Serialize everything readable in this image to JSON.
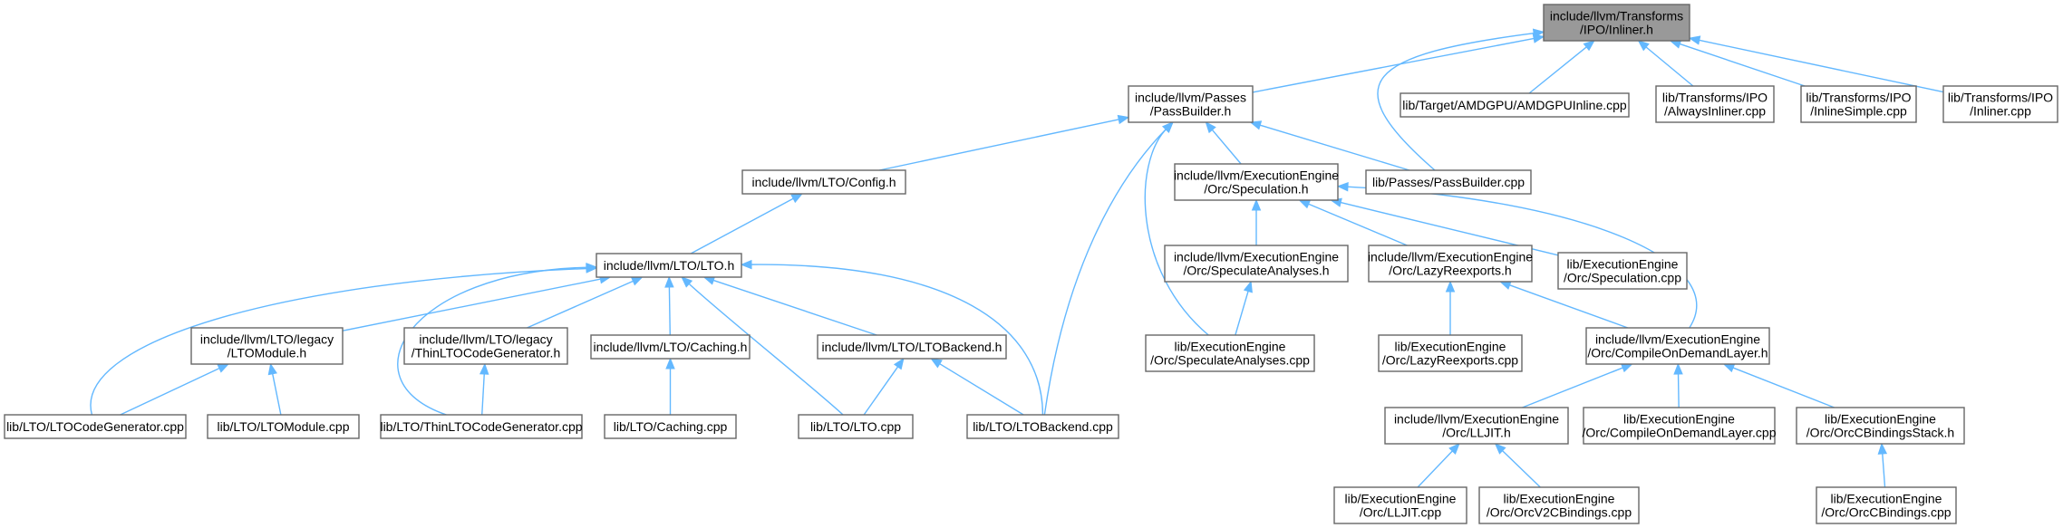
{
  "nodes": [
    {
      "id": "inliner_h",
      "lines": [
        "include/llvm/Transforms",
        "/IPO/Inliner.h"
      ],
      "root": true
    },
    {
      "id": "passbuilder_h",
      "lines": [
        "include/llvm/Passes",
        "/PassBuilder.h"
      ]
    },
    {
      "id": "amdgpuinline_cpp",
      "lines": [
        "lib/Target/AMDGPU/AMDGPUInline.cpp"
      ]
    },
    {
      "id": "alwaysinliner_cpp",
      "lines": [
        "lib/Transforms/IPO",
        "/AlwaysInliner.cpp"
      ]
    },
    {
      "id": "inlinesimple_cpp",
      "lines": [
        "lib/Transforms/IPO",
        "/InlineSimple.cpp"
      ]
    },
    {
      "id": "inliner_cpp",
      "lines": [
        "lib/Transforms/IPO",
        "/Inliner.cpp"
      ]
    },
    {
      "id": "config_h",
      "lines": [
        "include/llvm/LTO/Config.h"
      ]
    },
    {
      "id": "speculation_h",
      "lines": [
        "include/llvm/ExecutionEngine",
        "/Orc/Speculation.h"
      ]
    },
    {
      "id": "passbuilder_cpp",
      "lines": [
        "lib/Passes/PassBuilder.cpp"
      ]
    },
    {
      "id": "lto_h",
      "lines": [
        "include/llvm/LTO/LTO.h"
      ]
    },
    {
      "id": "speculateanalyses_h",
      "lines": [
        "include/llvm/ExecutionEngine",
        "/Orc/SpeculateAnalyses.h"
      ]
    },
    {
      "id": "lazyreexports_h",
      "lines": [
        "include/llvm/ExecutionEngine",
        "/Orc/LazyReexports.h"
      ]
    },
    {
      "id": "speculation_cpp",
      "lines": [
        "lib/ExecutionEngine",
        "/Orc/Speculation.cpp"
      ]
    },
    {
      "id": "ltomodule_h",
      "lines": [
        "include/llvm/LTO/legacy",
        "/LTOModule.h"
      ]
    },
    {
      "id": "thinltocodegen_h",
      "lines": [
        "include/llvm/LTO/legacy",
        "/ThinLTOCodeGenerator.h"
      ]
    },
    {
      "id": "caching_h",
      "lines": [
        "include/llvm/LTO/Caching.h"
      ]
    },
    {
      "id": "ltobackend_h",
      "lines": [
        "include/llvm/LTO/LTOBackend.h"
      ]
    },
    {
      "id": "speculateanalyses_cpp",
      "lines": [
        "lib/ExecutionEngine",
        "/Orc/SpeculateAnalyses.cpp"
      ]
    },
    {
      "id": "lazyreexports_cpp",
      "lines": [
        "lib/ExecutionEngine",
        "/Orc/LazyReexports.cpp"
      ]
    },
    {
      "id": "compileondemand_h",
      "lines": [
        "include/llvm/ExecutionEngine",
        "/Orc/CompileOnDemandLayer.h"
      ]
    },
    {
      "id": "ltocodegen_cpp",
      "lines": [
        "lib/LTO/LTOCodeGenerator.cpp"
      ]
    },
    {
      "id": "ltomodule_cpp",
      "lines": [
        "lib/LTO/LTOModule.cpp"
      ]
    },
    {
      "id": "thinltocodegen_cpp",
      "lines": [
        "lib/LTO/ThinLTOCodeGenerator.cpp"
      ]
    },
    {
      "id": "caching_cpp",
      "lines": [
        "lib/LTO/Caching.cpp"
      ]
    },
    {
      "id": "lto_cpp",
      "lines": [
        "lib/LTO/LTO.cpp"
      ]
    },
    {
      "id": "ltobackend_cpp",
      "lines": [
        "lib/LTO/LTOBackend.cpp"
      ]
    },
    {
      "id": "lljit_h",
      "lines": [
        "include/llvm/ExecutionEngine",
        "/Orc/LLJIT.h"
      ]
    },
    {
      "id": "compileondemand_cpp",
      "lines": [
        "lib/ExecutionEngine",
        "/Orc/CompileOnDemandLayer.cpp"
      ]
    },
    {
      "id": "orccbindingsstack_h",
      "lines": [
        "lib/ExecutionEngine",
        "/Orc/OrcCBindingsStack.h"
      ]
    },
    {
      "id": "lljit_cpp",
      "lines": [
        "lib/ExecutionEngine",
        "/Orc/LLJIT.cpp"
      ]
    },
    {
      "id": "orcv2cbindings_cpp",
      "lines": [
        "lib/ExecutionEngine",
        "/Orc/OrcV2CBindings.cpp"
      ]
    },
    {
      "id": "orccbindings_cpp",
      "lines": [
        "lib/ExecutionEngine",
        "/Orc/OrcCBindings.cpp"
      ]
    }
  ],
  "edges": [
    [
      "passbuilder_h",
      "inliner_h"
    ],
    [
      "amdgpuinline_cpp",
      "inliner_h"
    ],
    [
      "alwaysinliner_cpp",
      "inliner_h"
    ],
    [
      "inlinesimple_cpp",
      "inliner_h"
    ],
    [
      "inliner_cpp",
      "inliner_h"
    ],
    [
      "passbuilder_cpp",
      "inliner_h"
    ],
    [
      "config_h",
      "passbuilder_h"
    ],
    [
      "speculation_h",
      "passbuilder_h"
    ],
    [
      "passbuilder_cpp",
      "passbuilder_h"
    ],
    [
      "speculateanalyses_cpp",
      "passbuilder_h"
    ],
    [
      "ltobackend_cpp",
      "passbuilder_h"
    ],
    [
      "lto_h",
      "config_h"
    ],
    [
      "speculateanalyses_h",
      "speculation_h"
    ],
    [
      "lazyreexports_h",
      "speculation_h"
    ],
    [
      "speculation_cpp",
      "speculation_h"
    ],
    [
      "compileondemand_h",
      "speculation_h"
    ],
    [
      "ltomodule_h",
      "lto_h"
    ],
    [
      "thinltocodegen_h",
      "lto_h"
    ],
    [
      "caching_h",
      "lto_h"
    ],
    [
      "ltobackend_h",
      "lto_h"
    ],
    [
      "ltocodegen_cpp",
      "lto_h"
    ],
    [
      "thinltocodegen_cpp",
      "lto_h"
    ],
    [
      "lto_cpp",
      "lto_h"
    ],
    [
      "ltobackend_cpp",
      "lto_h"
    ],
    [
      "speculateanalyses_cpp",
      "speculateanalyses_h"
    ],
    [
      "lazyreexports_cpp",
      "lazyreexports_h"
    ],
    [
      "compileondemand_h",
      "lazyreexports_h"
    ],
    [
      "ltocodegen_cpp",
      "ltomodule_h"
    ],
    [
      "ltomodule_cpp",
      "ltomodule_h"
    ],
    [
      "thinltocodegen_cpp",
      "thinltocodegen_h"
    ],
    [
      "caching_cpp",
      "caching_h"
    ],
    [
      "lto_cpp",
      "ltobackend_h"
    ],
    [
      "ltobackend_cpp",
      "ltobackend_h"
    ],
    [
      "lljit_h",
      "compileondemand_h"
    ],
    [
      "compileondemand_cpp",
      "compileondemand_h"
    ],
    [
      "orccbindingsstack_h",
      "compileondemand_h"
    ],
    [
      "lljit_cpp",
      "lljit_h"
    ],
    [
      "orcv2cbindings_cpp",
      "lljit_h"
    ],
    [
      "orccbindings_cpp",
      "orccbindingsstack_h"
    ]
  ],
  "colors": {
    "edge": "#63b8ff",
    "node_border": "#666666",
    "node_fill": "#ffffff",
    "root_fill": "#999999",
    "text": "#000000"
  }
}
